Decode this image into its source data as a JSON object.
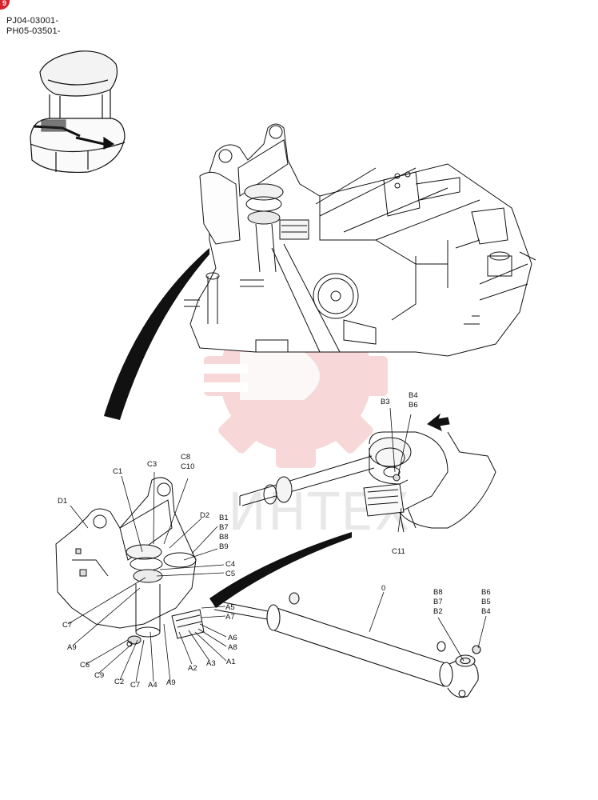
{
  "page": {
    "badge_number": "9",
    "serials": [
      "PJ04-03001-",
      "PH05-03501-"
    ],
    "watermark_text": "ИНТЕХ",
    "accent_color": "#d8232a",
    "watermark_color": "#f2b7b7"
  },
  "callouts": {
    "B3": "B3",
    "B4": "B4",
    "B6": "B6",
    "C11": "C11",
    "C1": "C1",
    "C3": "C3",
    "C8": "C8",
    "C10": "C10",
    "D1": "D1",
    "D2": "D2",
    "B1": "B1",
    "B7": "B7",
    "B8": "B8",
    "B9": "B9",
    "C4": "C4",
    "C5": "C5",
    "A5": "A5",
    "A7": "A7",
    "A6": "A6",
    "A8": "A8",
    "A1": "A1",
    "A2": "A2",
    "A3": "A3",
    "C7": "C7",
    "A9": "A9",
    "C6": "C6",
    "C9": "C9",
    "C2": "C2",
    "C7b": "C7",
    "A4": "A4",
    "A9b": "A9",
    "ZERO": "0",
    "B8r": "B8",
    "B7r": "B7",
    "B2r": "B2",
    "B6r": "B6",
    "B5r": "B5",
    "B4r": "B4"
  }
}
